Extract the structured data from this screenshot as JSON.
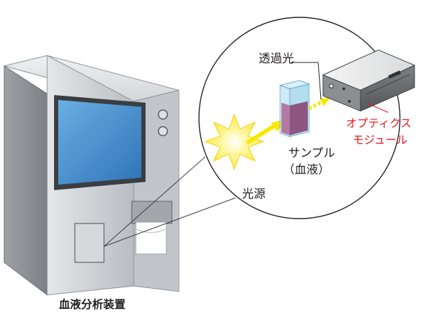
{
  "labels": {
    "device": "血液分析装置",
    "transmitted_light": "透過光",
    "light_source": "光源",
    "sample_line1": "サンプル",
    "sample_line2": "（血液）",
    "optics_line1": "オプティクス",
    "optics_line2": "モジュール"
  },
  "colors": {
    "label_text": "#231f20",
    "module_label": "#e5171f",
    "screen": "#4a90cf",
    "sample_liquid": "#9a5d8c",
    "cuvette": "#a8d8ee",
    "light_burst": "#ffe84a",
    "light_beam": "#f5e900",
    "device_body": "#c8ccd0",
    "module_body": "#6b6e71"
  },
  "icons": {
    "device": "blood-analyzer-icon",
    "light_source": "starburst-icon",
    "sample": "cuvette-icon",
    "module": "optics-module-icon"
  }
}
